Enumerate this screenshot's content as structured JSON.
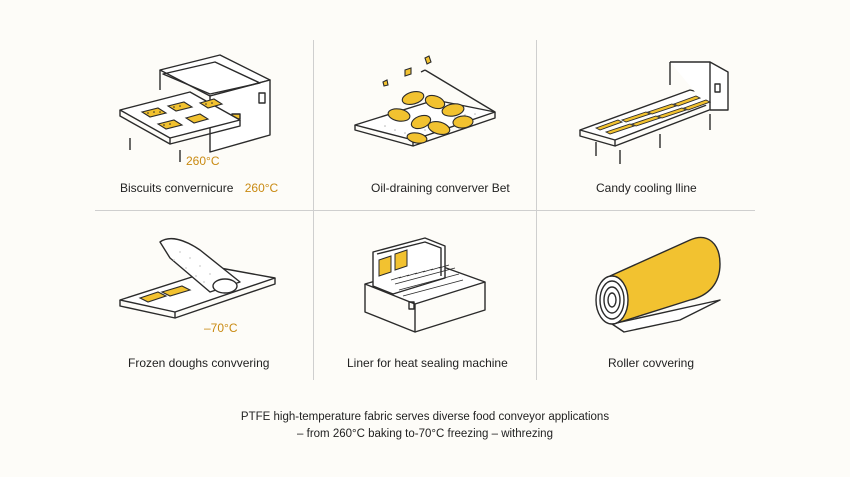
{
  "colors": {
    "accent_yellow": "#f2c230",
    "accent_orange": "#c98a12",
    "line": "#2b2b2b",
    "background": "#fdfcf8",
    "divider": "#cfcfcf"
  },
  "panels": [
    {
      "icon": "oven-icon",
      "caption": "Biscuits convernicure",
      "caption_temp": "260°C",
      "image_temp": "260°C"
    },
    {
      "icon": "oil-draining-belt-icon",
      "caption": "Oil-draining converver Bet"
    },
    {
      "icon": "cooling-line-icon",
      "caption": "Candy cooling lline"
    },
    {
      "icon": "frozen-conveyor-icon",
      "caption": "Frozen doughs convvering",
      "image_temp": "–70°C"
    },
    {
      "icon": "heat-sealer-icon",
      "caption": "Liner for heat sealing machine"
    },
    {
      "icon": "roller-icon",
      "caption": "Roller covvering"
    }
  ],
  "footer": {
    "line1": "PTFE high-temperature fabric serves diverse food conveyor applications",
    "line2": "– from 260°C baking to-70°C freezing – withrezing"
  }
}
